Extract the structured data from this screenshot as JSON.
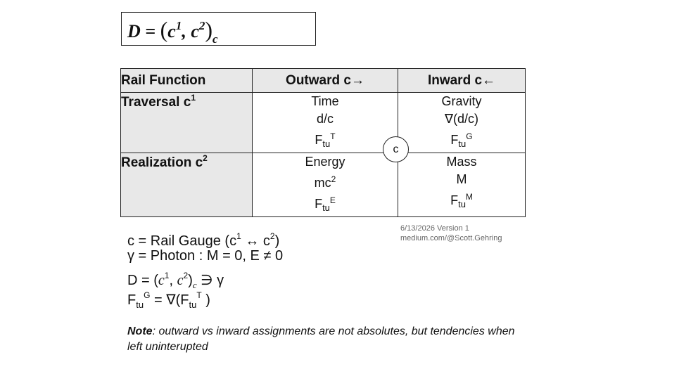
{
  "formula": {
    "lhs": "D",
    "eq": "=",
    "c1_base": "c",
    "c1_sup": "1",
    "c2_base": "c",
    "c2_sup": "2",
    "subscript": "c"
  },
  "table": {
    "headers": [
      "Rail Function",
      "Outward  c→",
      "Inward c←"
    ],
    "rows": [
      {
        "label": "Traversal c",
        "label_sup": "1",
        "outward": {
          "l1": "Time",
          "l2": "d/c",
          "f_base": "F",
          "f_sub": "tu",
          "f_sup": "T"
        },
        "inward": {
          "l1": "Gravity",
          "l2": "∇(d/c)",
          "f_base": "F",
          "f_sub": "tu",
          "f_sup": "G"
        }
      },
      {
        "label": "Realization c",
        "label_sup": "2",
        "outward": {
          "l1": "Energy",
          "l2_base": "mc",
          "l2_sup": "2",
          "f_base": "F",
          "f_sub": "tu",
          "f_sup": "E"
        },
        "inward": {
          "l1": "Mass",
          "l2": "M",
          "f_base": "F",
          "f_sub": "tu",
          "f_sup": "M"
        }
      }
    ],
    "center_label": "c"
  },
  "legend": {
    "line1": {
      "a": "c = Rail Gauge (c",
      "s1": "1",
      "b": " ↔ c",
      "s2": "2",
      "c": ")"
    },
    "line2": "γ = Photon :  M = 0, E ≠ 0",
    "line3": {
      "a": "D = (",
      "c1": "c",
      "s1": "1",
      "comma": ", ",
      "c2": "c",
      "s2": "2",
      "close": ")",
      "sub": "c",
      "tail": "  ∋ γ"
    },
    "line4": {
      "a": "F",
      "sub1": "tu",
      "sup1": "G",
      "b": " = ∇(F",
      "sub2": "tu",
      "sup2": "T",
      "c": " )"
    }
  },
  "version": {
    "line1": "6/13/2026 Version  1",
    "line2": "medium.com/@Scott.Gehring"
  },
  "note": {
    "bold": "Note",
    "text": ": outward vs inward assignments are not absolutes, but tendencies when left uninterupted"
  }
}
